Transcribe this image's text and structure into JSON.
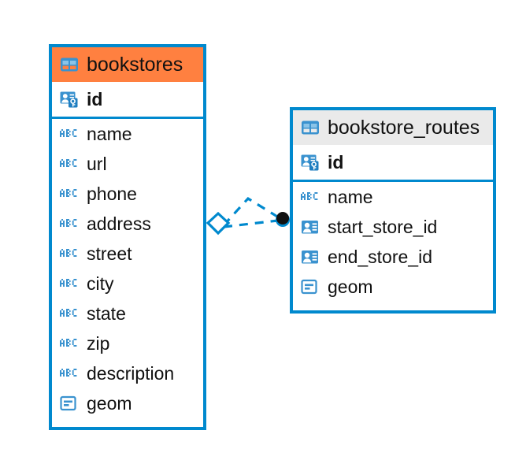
{
  "diagram": {
    "type": "entity-relationship-diagram",
    "background_color": "#ffffff",
    "accent_color": "#0089ce",
    "highlight_color": "#ff8040",
    "neutral_header_color": "#eaeaea"
  },
  "entities": [
    {
      "name": "bookstores",
      "header_style": "accent",
      "header_icon": "table-icon",
      "fields": [
        {
          "label": "id",
          "icon": "primary-key-icon",
          "key": true
        },
        {
          "label": "name",
          "icon": "text-abc-icon",
          "key": false
        },
        {
          "label": "url",
          "icon": "text-abc-icon",
          "key": false
        },
        {
          "label": "phone",
          "icon": "text-abc-icon",
          "key": false
        },
        {
          "label": "address",
          "icon": "text-abc-icon",
          "key": false
        },
        {
          "label": "street",
          "icon": "text-abc-icon",
          "key": false
        },
        {
          "label": "city",
          "icon": "text-abc-icon",
          "key": false
        },
        {
          "label": "state",
          "icon": "text-abc-icon",
          "key": false
        },
        {
          "label": "zip",
          "icon": "text-abc-icon",
          "key": false
        },
        {
          "label": "description",
          "icon": "text-abc-icon",
          "key": false
        },
        {
          "label": "geom",
          "icon": "geometry-icon",
          "key": false
        }
      ]
    },
    {
      "name": "bookstore_routes",
      "header_style": "plain",
      "header_icon": "table-icon",
      "fields": [
        {
          "label": "id",
          "icon": "primary-key-icon",
          "key": true
        },
        {
          "label": "name",
          "icon": "text-abc-icon",
          "key": false
        },
        {
          "label": "start_store_id",
          "icon": "foreign-key-icon",
          "key": false
        },
        {
          "label": "end_store_id",
          "icon": "foreign-key-icon",
          "key": false
        },
        {
          "label": "geom",
          "icon": "geometry-icon",
          "key": false
        }
      ]
    }
  ],
  "relationship": {
    "from_entity": "bookstores",
    "to_entity": "bookstore_routes",
    "from_marker": "diamond",
    "to_marker": "filled-circle",
    "line_style": "dashed",
    "line_color": "#0089ce",
    "marker_fill": "#111111"
  }
}
